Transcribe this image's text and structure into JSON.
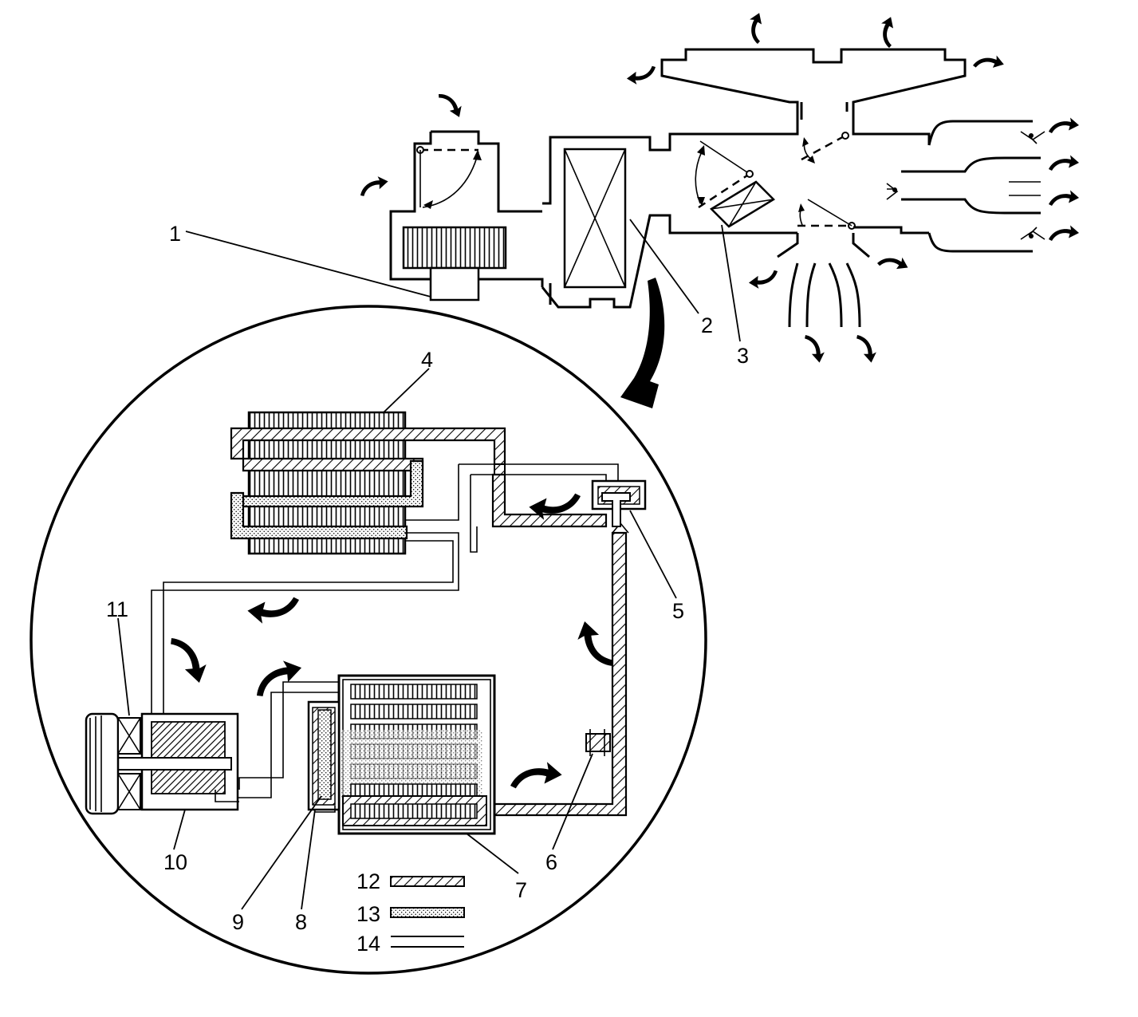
{
  "callouts": [
    "1",
    "2",
    "3",
    "4",
    "5",
    "6",
    "7",
    "8",
    "9",
    "10",
    "11",
    "12",
    "13",
    "14"
  ],
  "legend_patterns": [
    "diagonal-hatch",
    "stipple",
    "plain-double-line"
  ],
  "icons": [
    "curved-flow-arrow"
  ],
  "colors": {
    "ink": "#000000",
    "paper": "#ffffff"
  }
}
